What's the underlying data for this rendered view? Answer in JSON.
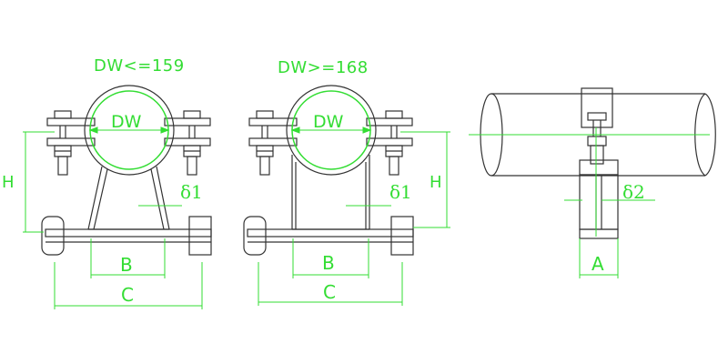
{
  "views": {
    "left": {
      "title": "DW<=159",
      "pipe_label": "DW",
      "h_label": "H",
      "delta_label": "δ1",
      "b_label": "B",
      "c_label": "C"
    },
    "middle": {
      "title": "DW>=168",
      "pipe_label": "DW",
      "h_label": "H",
      "delta_label": "δ1",
      "b_label": "B",
      "c_label": "C"
    },
    "right": {
      "delta_label": "δ2",
      "a_label": "A"
    }
  },
  "colors": {
    "outline": "#333333",
    "dimension": "#33dd33",
    "background": "#ffffff"
  }
}
